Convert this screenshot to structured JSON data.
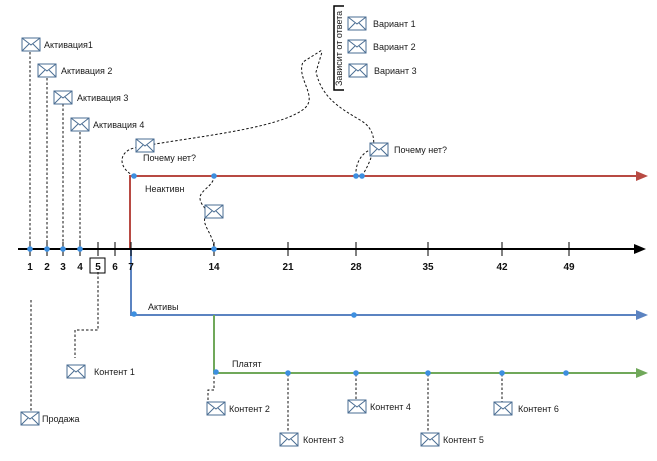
{
  "timeline": {
    "ticks": [
      "1",
      "2",
      "3",
      "4",
      "5",
      "6",
      "7",
      "14",
      "21",
      "28",
      "35",
      "42",
      "49"
    ],
    "boxed_tick": "5"
  },
  "activations": [
    "Активация1",
    "Активация 2",
    "Активация 3",
    "Активация 4"
  ],
  "variants": {
    "bracket_label": "Зависит от ответа",
    "items": [
      "Вариант 1",
      "Вариант 2",
      "Вариант 3"
    ]
  },
  "branches": {
    "inactive": {
      "label": "Неактивн",
      "color": "#b84a43"
    },
    "active": {
      "label": "Активы",
      "color": "#5b83c1"
    },
    "paying": {
      "label": "Платят",
      "color": "#70a85a"
    }
  },
  "messages": {
    "why_not_1": "Почему нет?",
    "why_not_2": "Почему нет?",
    "sale": "Продажа",
    "content": [
      "Контент 1",
      "Контент 2",
      "Контент 3",
      "Контент 4",
      "Контент 5",
      "Контент 6"
    ]
  },
  "colors": {
    "axis": "#000000",
    "dot": "#3d8fe0",
    "envelope": "#4a6d93"
  }
}
